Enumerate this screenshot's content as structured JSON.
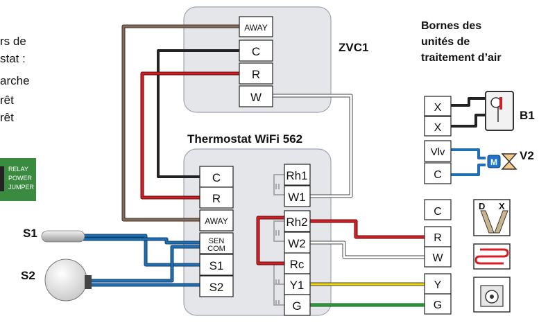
{
  "left_notes": {
    "lines": [
      "rs de",
      "stat :",
      "arche",
      "rêt",
      "rêt"
    ]
  },
  "relay_board": {
    "lines": [
      "RELAY",
      "POWER",
      "JUMPER"
    ]
  },
  "zvc1": {
    "label": "ZVC1",
    "terminals": [
      "AWAY",
      "C",
      "R",
      "W"
    ]
  },
  "thermostat": {
    "label": "Thermostat WiFi 562",
    "left_terminals": [
      "C",
      "R",
      "AWAY",
      "SEN COM",
      "S1",
      "S2"
    ],
    "right_terminals": [
      "Rh1",
      "W1",
      "Rh2",
      "W2",
      "Rc",
      "Y1",
      "G"
    ]
  },
  "sensors": {
    "s1": "S1",
    "s2": "S2"
  },
  "air_handler": {
    "title_lines": [
      "Bornes des",
      "unités de",
      "traitement d’air"
    ],
    "upper_terminals": [
      "X",
      "X",
      "Vlv",
      "C"
    ],
    "lower_terminals": [
      "C",
      "R",
      "W",
      "Y",
      "G"
    ],
    "b1_label": "B1",
    "v2_label": "V2",
    "motor_letter": "M",
    "damper_labels": [
      "D",
      "X"
    ]
  },
  "colors": {
    "brown": "#8a6a55",
    "black": "#222222",
    "red": "#d31f26",
    "white_wire": "#ffffff",
    "blue": "#1f6fb5",
    "yellow": "#f2d200",
    "green": "#2c9a3c",
    "box_fill": "#e5e6ea",
    "relay_green": "#3a8a3f",
    "motor_blue": "#1f73c8"
  }
}
